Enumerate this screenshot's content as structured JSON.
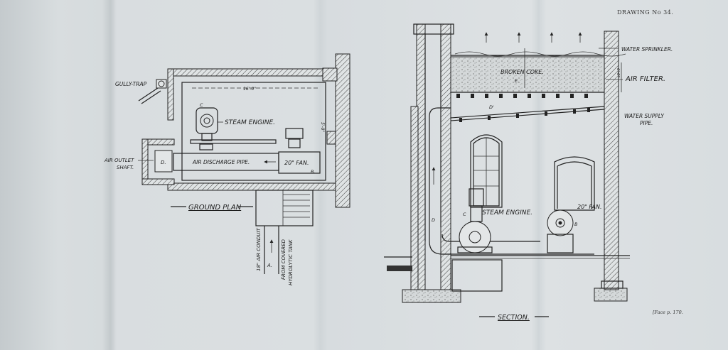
{
  "drawing_number": "DRAWING No 34.",
  "plate_ref": "[Face p. 170.",
  "ground_plan": {
    "title": "GROUND PLAN",
    "labels": {
      "gully_trap": "GULLY-TRAP",
      "dimension": "16'-0\"",
      "side_dim": "5'-0\"",
      "engine_marker": "C",
      "steam_engine": "STEAM ENGINE.",
      "air_outlet": "AIR OUTLET",
      "shaft": "SHAFT.",
      "outlet_marker": "D.",
      "discharge_pipe": "AIR DISCHARGE PIPE.",
      "fan": "20\" FAN.",
      "fan_marker": "B.",
      "air_conduit": "18\" AIR CONDUIT",
      "conduit_marker": "A.",
      "from_covered": "FROM COVERED",
      "hydrolytic_tank": "HYDROLYTIC TANK"
    }
  },
  "section": {
    "title": "SECTION.",
    "labels": {
      "water_sprinkler": "WATER SPRINKLER.",
      "air_filter": "AIR FILTER.",
      "filter_dim": "6'-0\"",
      "broken_coke": "BROKEN COKE.",
      "coke_marker": "E.",
      "d_prime": "D'",
      "water_supply": "WATER SUPPLY",
      "pipe": "PIPE.",
      "d_marker": "D",
      "c_marker": "C",
      "steam_engine": "STEAM ENGINE.",
      "fan": "20\" FAN.",
      "b_marker": "B"
    }
  },
  "icons": [
    "arrow-up-icon",
    "arrow-left-icon",
    "hatch-pattern"
  ]
}
